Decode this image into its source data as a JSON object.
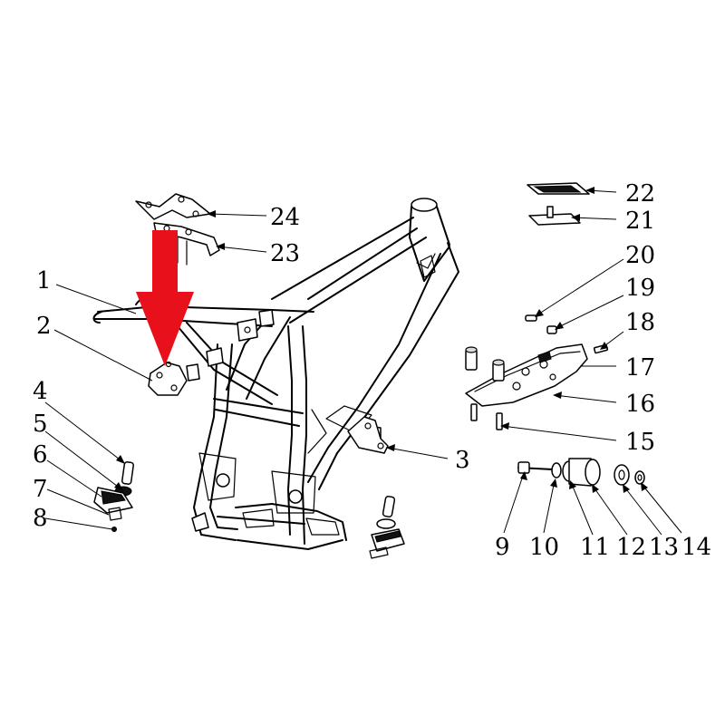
{
  "callouts": [
    {
      "id": "1",
      "label": "1"
    },
    {
      "id": "2",
      "label": "2"
    },
    {
      "id": "3",
      "label": "3"
    },
    {
      "id": "4",
      "label": "4"
    },
    {
      "id": "5",
      "label": "5"
    },
    {
      "id": "6",
      "label": "6"
    },
    {
      "id": "7",
      "label": "7"
    },
    {
      "id": "8",
      "label": "8"
    },
    {
      "id": "9",
      "label": "9"
    },
    {
      "id": "10",
      "label": "10"
    },
    {
      "id": "11",
      "label": "11"
    },
    {
      "id": "12",
      "label": "12"
    },
    {
      "id": "13",
      "label": "13"
    },
    {
      "id": "14",
      "label": "14"
    },
    {
      "id": "15",
      "label": "15"
    },
    {
      "id": "16",
      "label": "16"
    },
    {
      "id": "17",
      "label": "17"
    },
    {
      "id": "18",
      "label": "18"
    },
    {
      "id": "19",
      "label": "19"
    },
    {
      "id": "20",
      "label": "20"
    },
    {
      "id": "21",
      "label": "21"
    },
    {
      "id": "22",
      "label": "22"
    },
    {
      "id": "23",
      "label": "23"
    },
    {
      "id": "24",
      "label": "24"
    }
  ],
  "highlight": {
    "color": "#e8101b",
    "points_to": "2"
  },
  "colors": {
    "line": "#000000",
    "background": "#ffffff"
  }
}
